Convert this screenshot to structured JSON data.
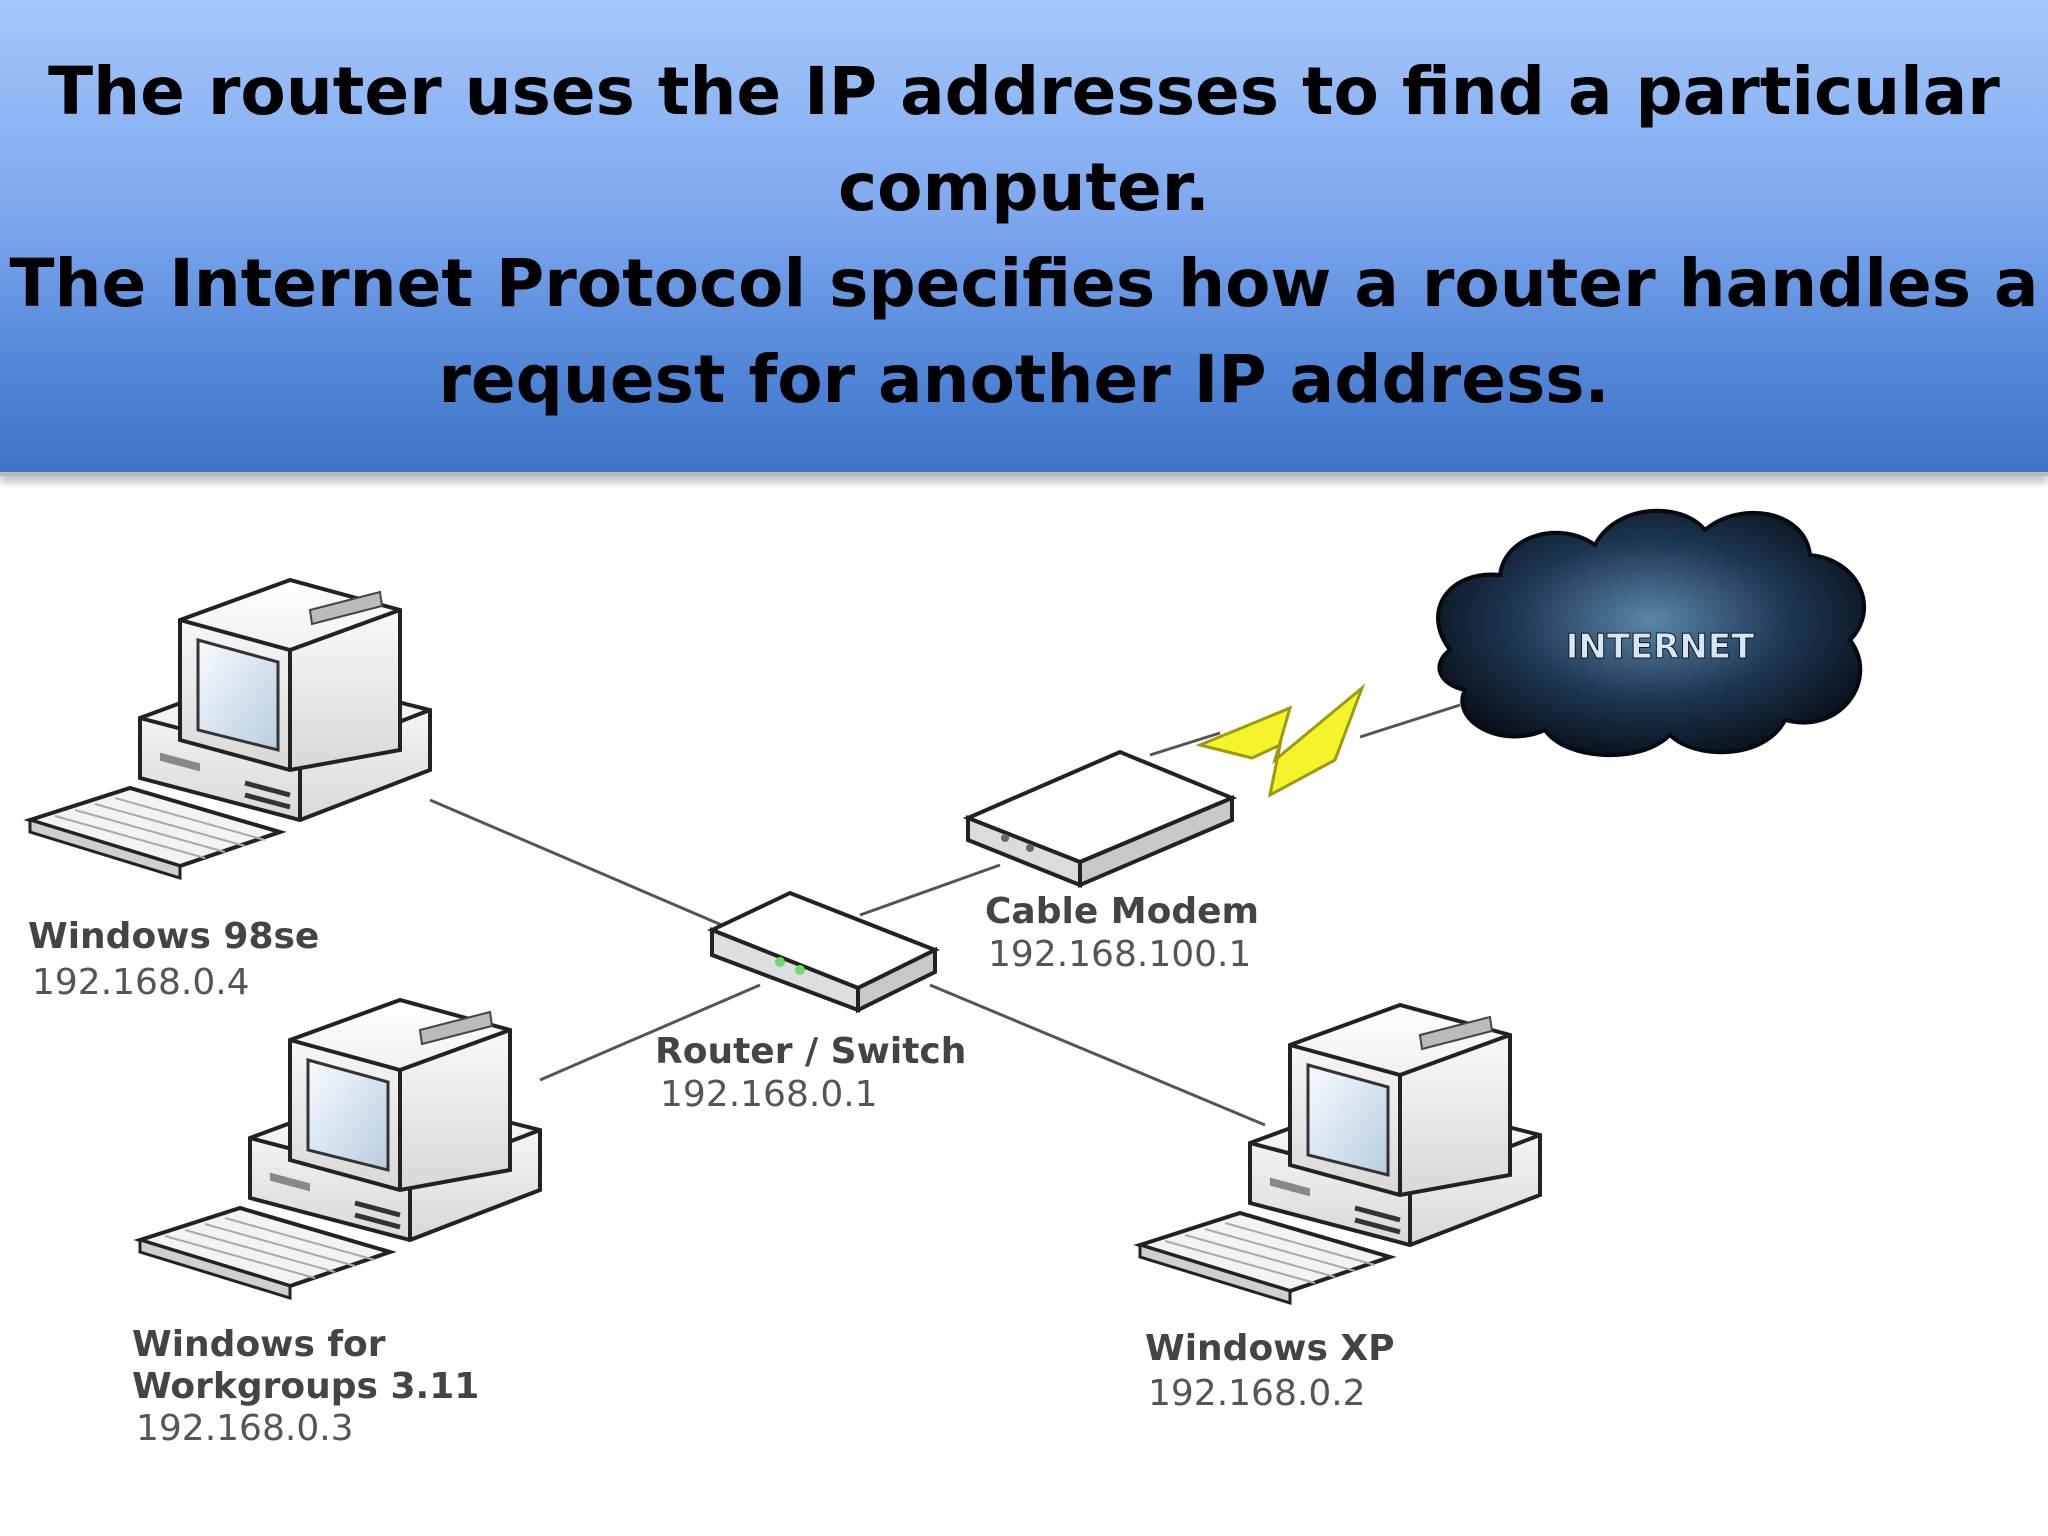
{
  "header": {
    "lines": [
      "The router uses the IP addresses to find a particular",
      "computer.",
      "The Internet Protocol specifies how a router handles a",
      "request for another IP address."
    ]
  },
  "diagram": {
    "cloud": {
      "label": "INTERNET"
    },
    "cable_modem": {
      "name": "Cable Modem",
      "ip": "192.168.100.1"
    },
    "router": {
      "name": "Router / Switch",
      "ip": "192.168.0.1"
    },
    "win98": {
      "name": "Windows 98se",
      "ip": "192.168.0.4"
    },
    "wfw": {
      "name_line1": "Windows for",
      "name_line2": "Workgroups 3.11",
      "ip": "192.168.0.3"
    },
    "winxp": {
      "name": "Windows XP",
      "ip": "192.168.0.2"
    }
  }
}
